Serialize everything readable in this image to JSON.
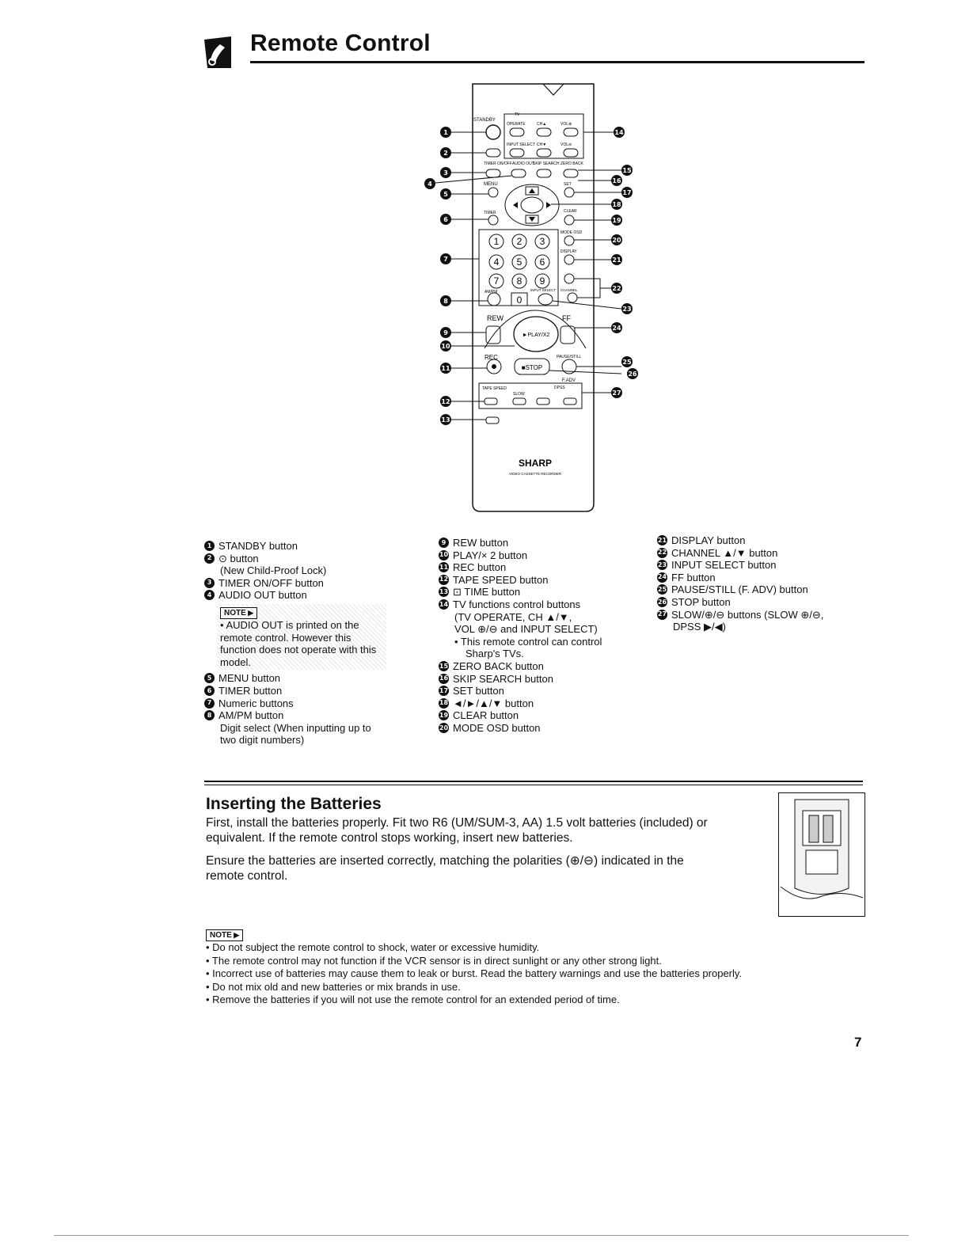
{
  "header": {
    "title": "Remote Control"
  },
  "remote": {
    "labels": {
      "standby": "STANDBY",
      "tv": "TV",
      "operate": "OPERATE",
      "ch_up": "CH▲",
      "vol_up": "VOL⊕",
      "input_select": "INPUT SELECT",
      "ch_down": "CH▼",
      "vol_down": "VOL⊖",
      "timer_onoff": "TIMER ON/OFF",
      "audio_out": "AUDIO OUT",
      "skip_search": "SKIP SEARCH",
      "zero_back": "ZERO BACK",
      "menu": "MENU",
      "set": "SET",
      "timer": "TIMER",
      "clear": "CLEAR",
      "mode_osd": "MODE OSD",
      "display": "DISPLAY",
      "ampm": "AM/PM",
      "input_select2": "INPUT SELECT",
      "channel": "CHANNEL",
      "rew": "REW",
      "ff": "FF",
      "play": "►PLAY/X2",
      "rec": "REC",
      "pause_still": "PAUSE/STILL",
      "stop": "■STOP",
      "f_adv": "F.ADV",
      "tape_speed": "TAPE SPEED",
      "slow": "SLOW",
      "dpss": "DPSS",
      "brand": "SHARP",
      "product": "VIDEO CASSETTE RECORDER"
    },
    "keys": [
      "1",
      "2",
      "3",
      "4",
      "5",
      "6",
      "7",
      "8",
      "9",
      "0"
    ],
    "callouts": [
      "1",
      "2",
      "3",
      "4",
      "5",
      "6",
      "7",
      "8",
      "9",
      "10",
      "11",
      "12",
      "13",
      "14",
      "15",
      "16",
      "17",
      "18",
      "19",
      "20",
      "21",
      "22",
      "23",
      "24",
      "25",
      "26",
      "27"
    ]
  },
  "legend": {
    "col1": [
      {
        "n": "1",
        "text": "STANDBY button"
      },
      {
        "n": "2",
        "text": "⊙ button"
      },
      {
        "sub": "(New Child-Proof Lock)"
      },
      {
        "n": "3",
        "text": "TIMER ON/OFF button"
      },
      {
        "n": "4",
        "text": "AUDIO OUT button"
      }
    ],
    "note1": {
      "tag": "NOTE",
      "text": "• AUDIO OUT is printed on the remote control. However this function does not operate with this model."
    },
    "col1b": [
      {
        "n": "5",
        "text": "MENU button"
      },
      {
        "n": "6",
        "text": "TIMER button"
      },
      {
        "n": "7",
        "text": "Numeric buttons"
      },
      {
        "n": "8",
        "text": "AM/PM button"
      },
      {
        "sub": "Digit select (When inputting up to"
      },
      {
        "sub": "two digit numbers)"
      }
    ],
    "col2": [
      {
        "n": "9",
        "text": "REW button"
      },
      {
        "n": "10",
        "text": "PLAY/× 2 button"
      },
      {
        "n": "11",
        "text": "REC button"
      },
      {
        "n": "12",
        "text": "TAPE SPEED button"
      },
      {
        "n": "13",
        "text": "⊡ TIME button"
      },
      {
        "n": "14",
        "text": "TV functions control buttons"
      },
      {
        "sub": "(TV OPERATE, CH ▲/▼,"
      },
      {
        "sub": "VOL ⊕/⊖ and INPUT SELECT)"
      },
      {
        "sub": "• This remote control can control"
      },
      {
        "sub2": "Sharp's TVs."
      },
      {
        "n": "15",
        "text": "ZERO BACK button"
      },
      {
        "n": "16",
        "text": "SKIP SEARCH button"
      },
      {
        "n": "17",
        "text": "SET button"
      },
      {
        "n": "18",
        "text": "◄/►/▲/▼ button"
      },
      {
        "n": "19",
        "text": "CLEAR button"
      },
      {
        "n": "20",
        "text": "MODE OSD button"
      }
    ],
    "col3": [
      {
        "n": "21",
        "text": "DISPLAY button"
      },
      {
        "n": "22",
        "text": "CHANNEL ▲/▼ button"
      },
      {
        "n": "23",
        "text": "INPUT SELECT button"
      },
      {
        "n": "24",
        "text": "FF button"
      },
      {
        "n": "25",
        "text": "PAUSE/STILL (F. ADV) button"
      },
      {
        "n": "26",
        "text": "STOP button"
      },
      {
        "n": "27",
        "text": "SLOW/⊕/⊖ buttons (SLOW ⊕/⊖,"
      },
      {
        "sub": "DPSS ▶/◀)"
      }
    ]
  },
  "batteries": {
    "title": "Inserting the Batteries",
    "p1": "First, install the batteries properly. Fit two R6 (UM/SUM-3, AA) 1.5 volt batteries (included) or equivalent. If the remote control stops working, insert new batteries.",
    "p2": "Ensure the batteries are inserted correctly, matching the polarities (⊕/⊖) indicated in the remote control."
  },
  "notes": {
    "tag": "NOTE",
    "items": [
      "• Do not subject the remote control to shock, water or excessive humidity.",
      "• The remote control may not function if the VCR sensor is in direct sunlight or any other strong light.",
      "• Incorrect use of batteries may cause them to leak or burst. Read the battery warnings and use the batteries properly.",
      "• Do not mix old and new batteries or mix brands in use.",
      "• Remove the batteries if you will not use the remote control for an extended period of time."
    ]
  },
  "page_number": "7"
}
